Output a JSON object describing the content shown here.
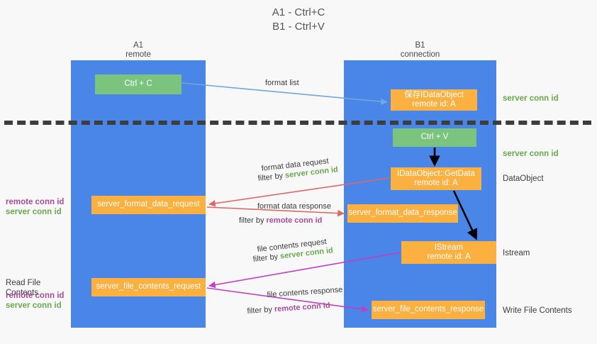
{
  "title": "A1 - Ctrl+C\nB1 - Ctrl+V",
  "columns": {
    "left": {
      "header": "A1\nremote"
    },
    "right": {
      "header": "B1\nconnection"
    }
  },
  "boxes": {
    "ctrl_c": "Ctrl + C",
    "save_idataobject": "保存IDataObject\nremote id: A",
    "ctrl_v": "Ctrl + V",
    "getdata": "IDataObject::GetData\nremote id: A",
    "server_format_data_request": "server_format_data_request",
    "server_format_data_response": "server_format_data_response",
    "istream": "IStream\nremote id: A",
    "server_file_contents_request": "server_file_contents_request",
    "server_file_contents_response": "server_file_contents_response"
  },
  "side_labels": {
    "server_conn_id_top": "server conn id",
    "server_conn_id_mid": "server conn id",
    "dataobject": "DataObject",
    "istream": "Istream",
    "write_file_contents": "Write File Contents",
    "read_file_contents": "Read File Contents",
    "remote_conn_id": "remote conn id",
    "server_conn_id": "server conn id"
  },
  "edges": {
    "format_list": "format list",
    "format_data_request": "format data request",
    "format_data_request_filter_prefix": "filter by ",
    "format_data_request_filter_key": "server conn id",
    "format_data_response": "format data response",
    "format_data_response_filter_prefix": "filter by ",
    "format_data_response_filter_key": "remote conn id",
    "file_contents_request": "file contents request",
    "file_contents_request_filter_prefix": "filter by ",
    "file_contents_request_filter_key": "server conn id",
    "file_contents_response": "file contents response",
    "file_contents_response_filter_prefix": "filter by ",
    "file_contents_response_filter_key": "remote conn id"
  },
  "colors": {
    "lane": "#4a86e8",
    "green_box": "#7ac47f",
    "orange_box": "#fbb040",
    "server_conn_id": "#6aa84f",
    "remote_conn_id": "#a64d9a",
    "arrow_blue": "#6fa8dc",
    "arrow_red": "#e06666",
    "arrow_magenta": "#c23ec2",
    "arrow_black": "#000000",
    "dashed_line": "#3d3d3d",
    "background": "#f8f8f8"
  }
}
